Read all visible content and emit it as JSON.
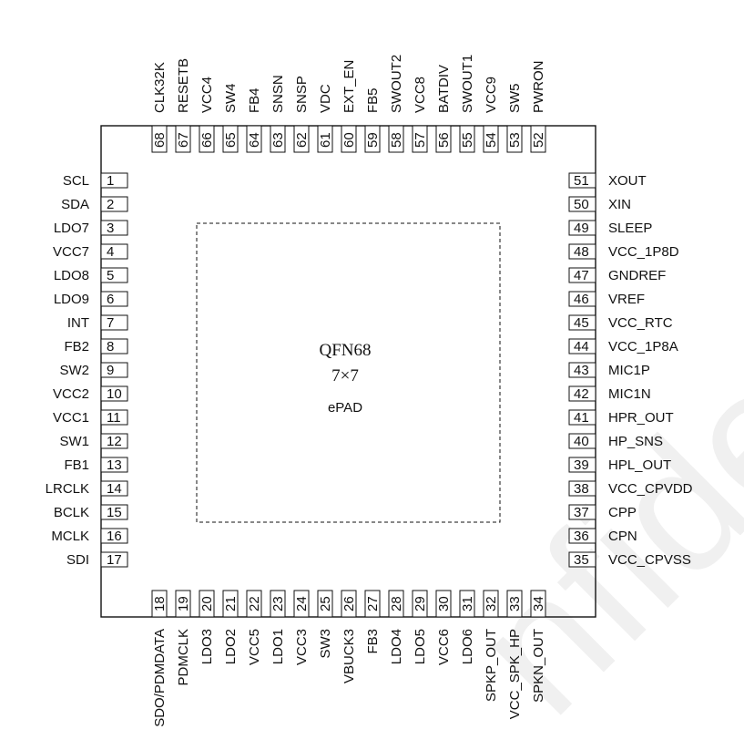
{
  "chip": {
    "title": "QFN68",
    "size": "7×7",
    "pad": "ePAD"
  },
  "watermark": "nfide",
  "pins": {
    "left": [
      {
        "num": "1",
        "name": "SCL"
      },
      {
        "num": "2",
        "name": "SDA"
      },
      {
        "num": "3",
        "name": "LDO7"
      },
      {
        "num": "4",
        "name": "VCC7"
      },
      {
        "num": "5",
        "name": "LDO8"
      },
      {
        "num": "6",
        "name": "LDO9"
      },
      {
        "num": "7",
        "name": "INT"
      },
      {
        "num": "8",
        "name": "FB2"
      },
      {
        "num": "9",
        "name": "SW2"
      },
      {
        "num": "10",
        "name": "VCC2"
      },
      {
        "num": "11",
        "name": "VCC1"
      },
      {
        "num": "12",
        "name": "SW1"
      },
      {
        "num": "13",
        "name": "FB1"
      },
      {
        "num": "14",
        "name": "LRCLK"
      },
      {
        "num": "15",
        "name": "BCLK"
      },
      {
        "num": "16",
        "name": "MCLK"
      },
      {
        "num": "17",
        "name": "SDI"
      }
    ],
    "bottom": [
      {
        "num": "18",
        "name": "SDO/PDMDATA"
      },
      {
        "num": "19",
        "name": "PDMCLK"
      },
      {
        "num": "20",
        "name": "LDO3"
      },
      {
        "num": "21",
        "name": "LDO2"
      },
      {
        "num": "22",
        "name": "VCC5"
      },
      {
        "num": "23",
        "name": "LDO1"
      },
      {
        "num": "24",
        "name": "VCC3"
      },
      {
        "num": "25",
        "name": "SW3"
      },
      {
        "num": "26",
        "name": "VBUCK3"
      },
      {
        "num": "27",
        "name": "FB3"
      },
      {
        "num": "28",
        "name": "LDO4"
      },
      {
        "num": "29",
        "name": "LDO5"
      },
      {
        "num": "30",
        "name": "VCC6"
      },
      {
        "num": "31",
        "name": "LDO6"
      },
      {
        "num": "32",
        "name": "SPKP_OUT"
      },
      {
        "num": "33",
        "name": "VCC_SPK_HP"
      },
      {
        "num": "34",
        "name": "SPKN_OUT"
      }
    ],
    "right": [
      {
        "num": "51",
        "name": "XOUT"
      },
      {
        "num": "50",
        "name": "XIN"
      },
      {
        "num": "49",
        "name": "SLEEP"
      },
      {
        "num": "48",
        "name": "VCC_1P8D"
      },
      {
        "num": "47",
        "name": "GNDREF"
      },
      {
        "num": "46",
        "name": "VREF"
      },
      {
        "num": "45",
        "name": "VCC_RTC"
      },
      {
        "num": "44",
        "name": "VCC_1P8A"
      },
      {
        "num": "43",
        "name": "MIC1P"
      },
      {
        "num": "42",
        "name": "MIC1N"
      },
      {
        "num": "41",
        "name": "HPR_OUT"
      },
      {
        "num": "40",
        "name": "HP_SNS"
      },
      {
        "num": "39",
        "name": "HPL_OUT"
      },
      {
        "num": "38",
        "name": "VCC_CPVDD"
      },
      {
        "num": "37",
        "name": "CPP"
      },
      {
        "num": "36",
        "name": "CPN"
      },
      {
        "num": "35",
        "name": "VCC_CPVSS"
      }
    ],
    "top": [
      {
        "num": "68",
        "name": "CLK32K"
      },
      {
        "num": "67",
        "name": "RESETB"
      },
      {
        "num": "66",
        "name": "VCC4"
      },
      {
        "num": "65",
        "name": "SW4"
      },
      {
        "num": "64",
        "name": "FB4"
      },
      {
        "num": "63",
        "name": "SNSN"
      },
      {
        "num": "62",
        "name": "SNSP"
      },
      {
        "num": "61",
        "name": "VDC"
      },
      {
        "num": "60",
        "name": "EXT_EN"
      },
      {
        "num": "59",
        "name": "FB5"
      },
      {
        "num": "58",
        "name": "SWOUT2"
      },
      {
        "num": "57",
        "name": "VCC8"
      },
      {
        "num": "56",
        "name": "BATDIV"
      },
      {
        "num": "55",
        "name": "SWOUT1"
      },
      {
        "num": "54",
        "name": "VCC9"
      },
      {
        "num": "53",
        "name": "SW5"
      },
      {
        "num": "52",
        "name": "PWRON"
      }
    ]
  }
}
